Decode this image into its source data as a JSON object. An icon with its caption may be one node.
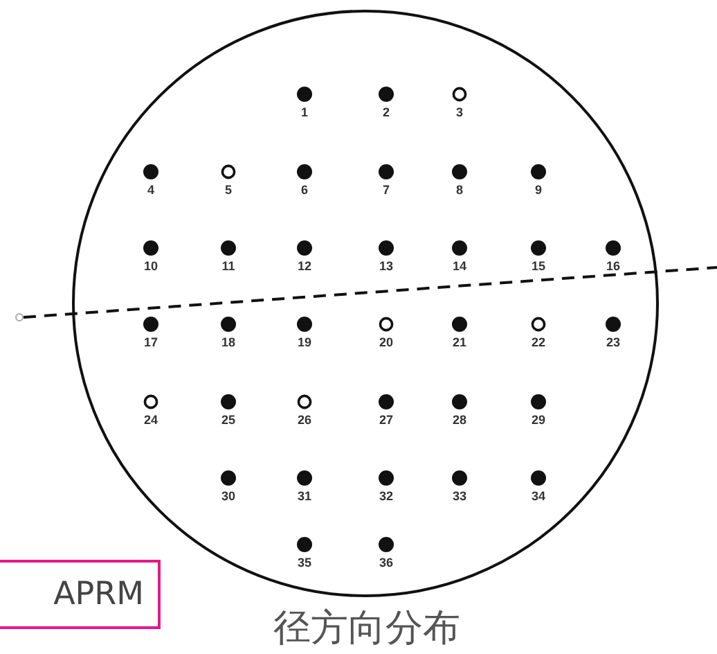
{
  "diagram": {
    "caption": "径方向分布",
    "nodes": [
      {
        "text": [
          "APRM"
        ]
      }
    ],
    "labels": [
      "1",
      "2",
      "3",
      "4",
      "5",
      "6",
      "7",
      "8",
      "9",
      "10",
      "11",
      "12",
      "13",
      "14",
      "15",
      "16",
      "17",
      "18",
      "19",
      "20",
      "21",
      "22",
      "23",
      "24",
      "25",
      "26",
      "27",
      "28",
      "29",
      "30",
      "31",
      "32",
      "33",
      "34",
      "35",
      "36"
    ]
  }
}
